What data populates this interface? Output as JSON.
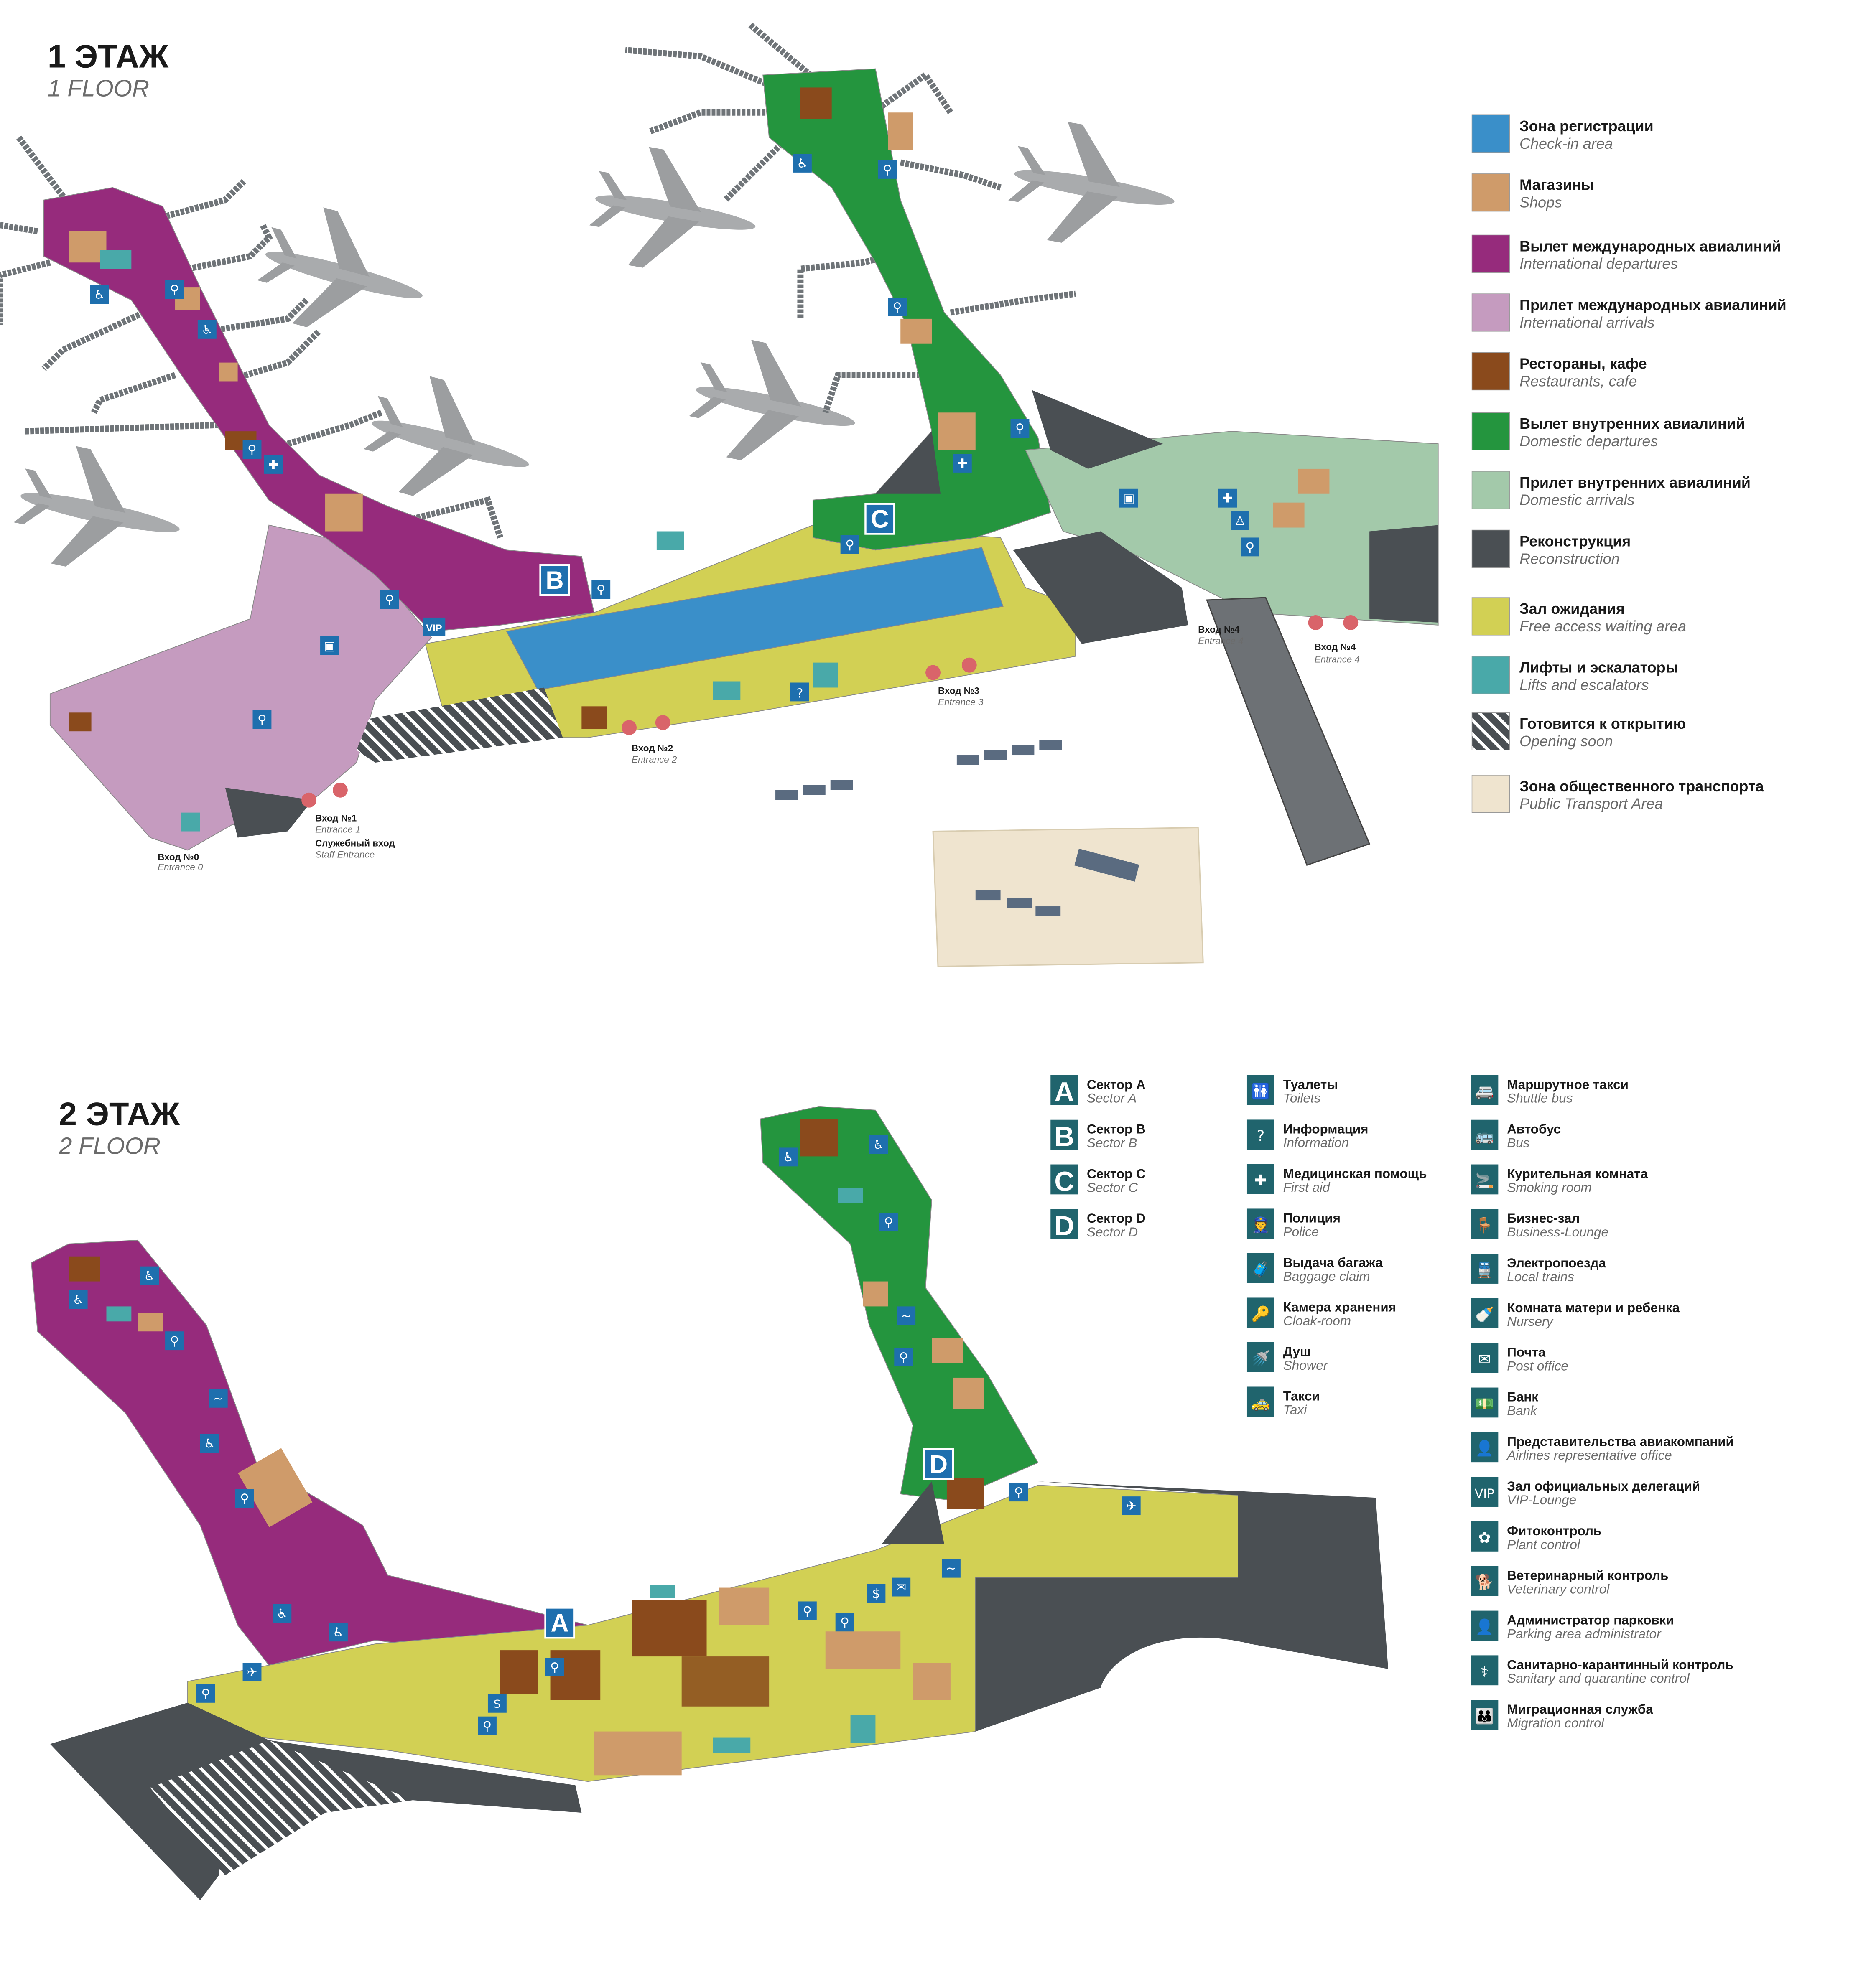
{
  "floor1": {
    "title_ru": "1 ЭТАЖ",
    "title_en": "1 FLOOR"
  },
  "floor2": {
    "title_ru": "2 ЭТАЖ",
    "title_en": "2 FLOOR"
  },
  "colors": {
    "checkin": "#3a8fc9",
    "shops": "#cf9b6a",
    "intl_dep": "#962b7c",
    "intl_arr": "#c59bbf",
    "restaurants": "#8a4a1c",
    "dom_dep": "#24953e",
    "dom_arr": "#a3c9aa",
    "reconstruction": "#4a4f53",
    "waiting": "#d2d054",
    "lifts": "#49a9a9",
    "opening": "#4a4f53",
    "transport": "#efe4cf",
    "icon": "#20646d",
    "map_icon": "#1e6fae"
  },
  "zone_legend": [
    {
      "ru": "Зона регистрации",
      "en": "Check-in area",
      "color": "#3a8fc9"
    },
    {
      "ru": "Магазины",
      "en": "Shops",
      "color": "#cf9b6a"
    },
    {
      "ru": "Вылет международных авиалиний",
      "en": "International departures",
      "color": "#962b7c"
    },
    {
      "ru": "Прилет международных авиалиний",
      "en": "International arrivals",
      "color": "#c59bbf"
    },
    {
      "ru": "Рестораны, кафе",
      "en": "Restaurants, cafe",
      "color": "#8a4a1c"
    },
    {
      "ru": "Вылет внутренних авиалиний",
      "en": "Domestic departures",
      "color": "#24953e"
    },
    {
      "ru": "Прилет внутренних авиалиний",
      "en": "Domestic arrivals",
      "color": "#a3c9aa"
    },
    {
      "ru": "Реконструкция",
      "en": "Reconstruction",
      "color": "#4a4f53"
    },
    {
      "ru": "Зал ожидания",
      "en": "Free access waiting area",
      "color": "#d2d054"
    },
    {
      "ru": "Лифты и эскалаторы",
      "en": "Lifts and escalators",
      "color": "#49a9a9"
    },
    {
      "ru": "Готовится к открытию",
      "en": "Opening soon",
      "color": "hatch"
    },
    {
      "ru": "Зона общественного транспорта",
      "en": "Public Transport Area",
      "color": "#efe4cf"
    }
  ],
  "sectors": [
    {
      "letter": "A",
      "ru": "Сектор A",
      "en": "Sector A"
    },
    {
      "letter": "B",
      "ru": "Сектор B",
      "en": "Sector B"
    },
    {
      "letter": "C",
      "ru": "Сектор C",
      "en": "Sector C"
    },
    {
      "letter": "D",
      "ru": "Сектор D",
      "en": "Sector D"
    }
  ],
  "services_col1": [
    {
      "icon": "toilets-icon",
      "glyph": "🚻",
      "ru": "Туалеты",
      "en": "Toilets"
    },
    {
      "icon": "information-icon",
      "glyph": "?",
      "ru": "Информация",
      "en": "Information"
    },
    {
      "icon": "first-aid-icon",
      "glyph": "✚",
      "ru": "Медицинская помощь",
      "en": "First aid"
    },
    {
      "icon": "police-icon",
      "glyph": "👮",
      "ru": "Полиция",
      "en": "Police"
    },
    {
      "icon": "baggage-claim-icon",
      "glyph": "🧳",
      "ru": "Выдача багажа",
      "en": "Baggage claim"
    },
    {
      "icon": "cloak-room-icon",
      "glyph": "🔑",
      "ru": "Камера хранения",
      "en": "Cloak-room"
    },
    {
      "icon": "shower-icon",
      "glyph": "🚿",
      "ru": "Душ",
      "en": "Shower"
    },
    {
      "icon": "taxi-icon",
      "glyph": "🚕",
      "ru": "Такси",
      "en": "Taxi"
    }
  ],
  "services_col2": [
    {
      "icon": "shuttle-bus-icon",
      "glyph": "🚐",
      "ru": "Маршрутное такси",
      "en": "Shuttle bus"
    },
    {
      "icon": "bus-icon",
      "glyph": "🚌",
      "ru": "Автобус",
      "en": "Bus"
    },
    {
      "icon": "smoking-room-icon",
      "glyph": "🚬",
      "ru": "Курительная комната",
      "en": "Smoking room"
    },
    {
      "icon": "business-lounge-icon",
      "glyph": "🪑",
      "ru": "Бизнес-зал",
      "en": "Business-Lounge"
    },
    {
      "icon": "local-trains-icon",
      "glyph": "🚆",
      "ru": "Электропоезда",
      "en": "Local trains"
    },
    {
      "icon": "nursery-icon",
      "glyph": "🍼",
      "ru": "Комната матери и ребенка",
      "en": "Nursery"
    },
    {
      "icon": "post-office-icon",
      "glyph": "✉",
      "ru": "Почта",
      "en": "Post office"
    },
    {
      "icon": "bank-icon",
      "glyph": "💵",
      "ru": "Банк",
      "en": "Bank"
    },
    {
      "icon": "airlines-office-icon",
      "glyph": "👤",
      "ru": "Представительства авиакомпаний",
      "en": "Airlines representative office"
    },
    {
      "icon": "vip-lounge-icon",
      "glyph": "VIP",
      "ru": "Зал официальных делегаций",
      "en": "VIP-Lounge"
    },
    {
      "icon": "plant-control-icon",
      "glyph": "✿",
      "ru": "Фитоконтроль",
      "en": "Plant control"
    },
    {
      "icon": "veterinary-control-icon",
      "glyph": "🐕",
      "ru": "Ветеринарный контроль",
      "en": "Veterinary control"
    },
    {
      "icon": "parking-administrator-icon",
      "glyph": "👤",
      "ru": "Администратор парковки",
      "en": "Parking area administrator"
    },
    {
      "icon": "sanitary-control-icon",
      "glyph": "⚕",
      "ru": "Санитарно-карантинный контроль",
      "en": "Sanitary and quarantine control"
    },
    {
      "icon": "migration-control-icon",
      "glyph": "👪",
      "ru": "Миграционная служба",
      "en": "Migration control"
    }
  ],
  "entrances": [
    {
      "ru": "Вход №0",
      "en": "Entrance 0"
    },
    {
      "ru": "Вход №1",
      "en": "Entrance 1"
    },
    {
      "ru": "Служебный вход",
      "en": "Staff Entrance"
    },
    {
      "ru": "Вход №2",
      "en": "Entrance 2"
    },
    {
      "ru": "Вход №3",
      "en": "Entrance 3"
    },
    {
      "ru": "Вход №4",
      "en": "Entrance 4"
    },
    {
      "ru": "Вход №4",
      "en": "Entrance 4"
    }
  ],
  "map_markers": {
    "floor1": [
      "B",
      "C"
    ],
    "floor2": [
      "A",
      "D"
    ],
    "vip": "VIP"
  }
}
